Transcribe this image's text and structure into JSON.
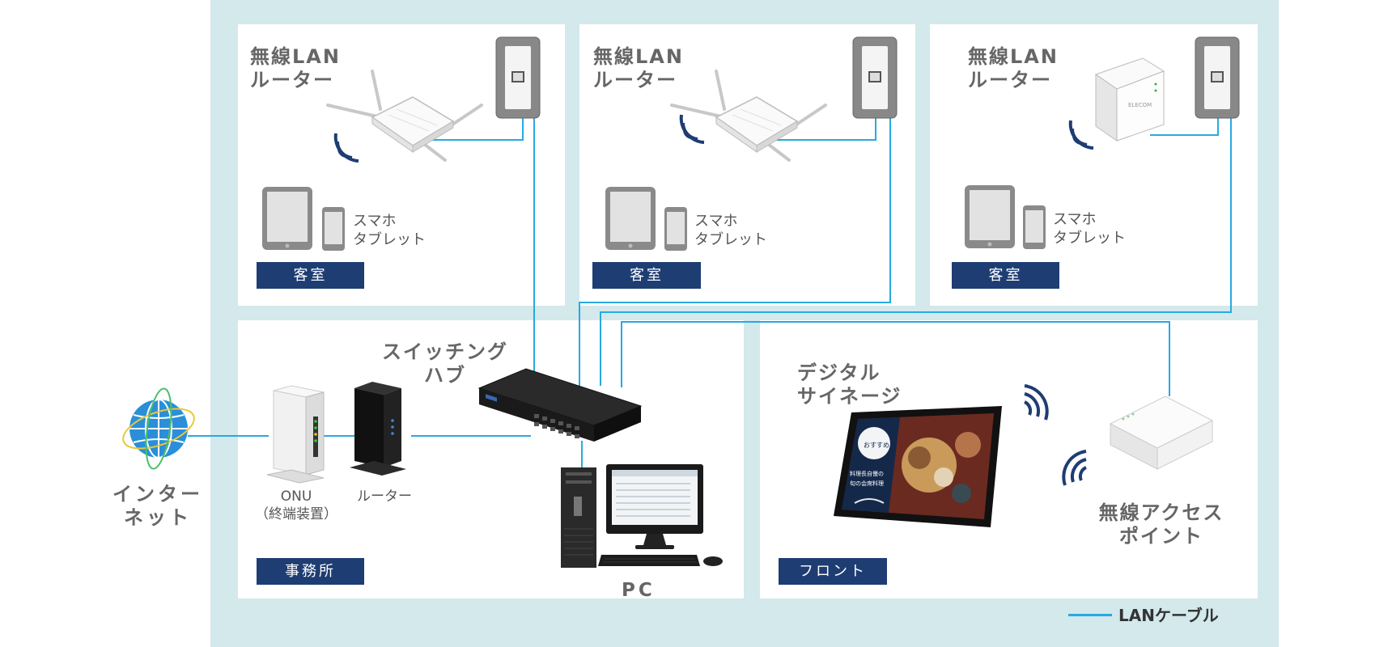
{
  "rooms": [
    {
      "router_title": "無線LAN\nルーター",
      "devices_label": "スマホ\nタブレット",
      "room_label": "客室"
    },
    {
      "router_title": "無線LAN\nルーター",
      "devices_label": "スマホ\nタブレット",
      "room_label": "客室"
    },
    {
      "router_title": "無線LAN\nルーター",
      "devices_label": "スマホ\nタブレット",
      "room_label": "客室"
    }
  ],
  "office": {
    "switch_title": "スイッチング\nハブ",
    "onu_label": "ONU\n（終端装置）",
    "router_label": "ルーター",
    "pc_label": "PC",
    "room_label": "事務所"
  },
  "front": {
    "signage_title": "デジタル\nサイネージ",
    "ap_title": "無線アクセス\nポイント",
    "room_label": "フロント",
    "signage_screen_text": [
      "おすすめ",
      "料理長自慢の",
      "旬の会席料理"
    ]
  },
  "internet": {
    "label": "インター\nネット"
  },
  "legend": {
    "label": "LANケーブル",
    "color": "#29a9e0"
  },
  "colors": {
    "navy": "#1e3d72",
    "cable": "#29a9e0",
    "background": "#d3e9ec"
  }
}
